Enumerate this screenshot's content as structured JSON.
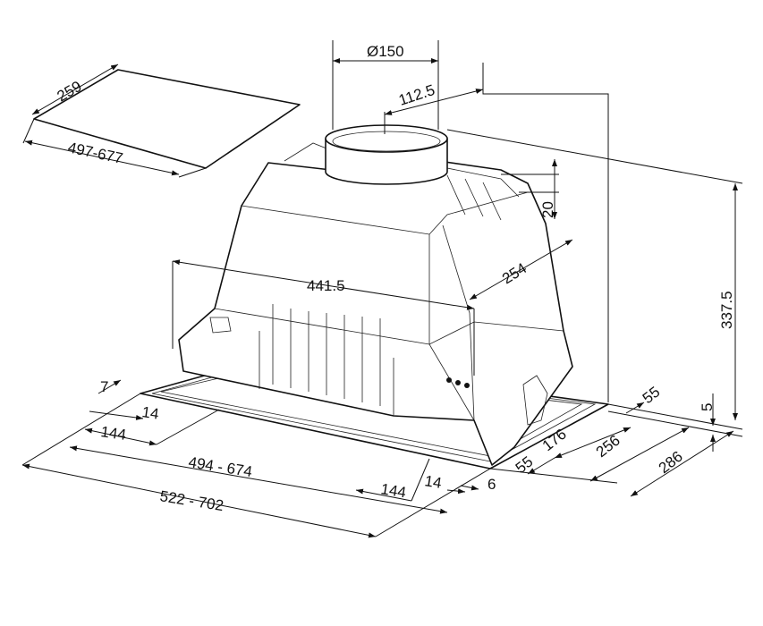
{
  "title": "Built-in hood dimensional drawing",
  "dimensions": {
    "cutout_depth": "259",
    "cutout_width": "497-677",
    "duct_diameter": "Ø150",
    "duct_offset": "112.5",
    "duct_height": "20",
    "body_depth": "254",
    "body_width": "441.5",
    "total_height": "337.5",
    "frame_edge": "7",
    "left_inset": "14",
    "left_bracket": "144",
    "inner_width": "494  -  674",
    "outer_width": "522  -  702",
    "right_bracket": "144",
    "right_inset": "14",
    "right_edge": "6",
    "front_offset": "55",
    "depth_176": "176",
    "depth_256": "256",
    "depth_286": "286",
    "rear_offset": "55",
    "frame_height": "5"
  }
}
